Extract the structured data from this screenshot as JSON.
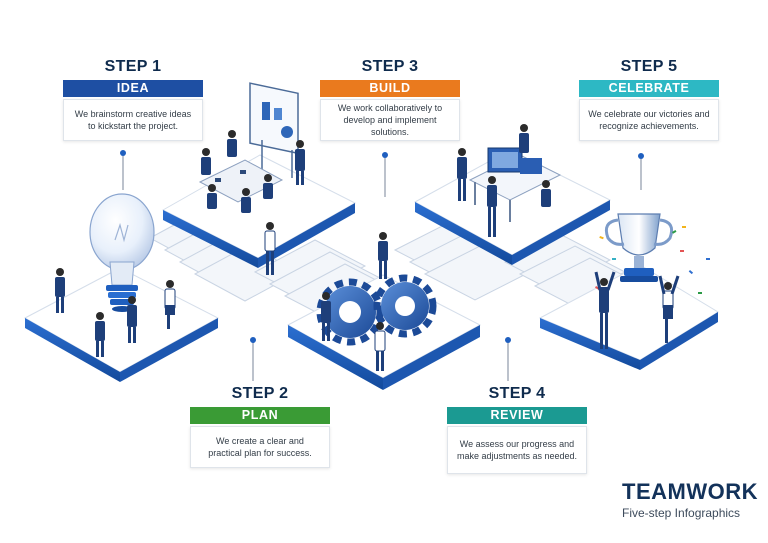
{
  "steps": [
    {
      "heading": "STEP 1",
      "label": "IDEA",
      "desc": "We brainstorm creative ideas to kickstart the project.",
      "color": "#1e4fa3"
    },
    {
      "heading": "STEP 2",
      "label": "PLAN",
      "desc": "We create a clear and practical plan for success.",
      "color": "#3a9b35"
    },
    {
      "heading": "STEP 3",
      "label": "BUILD",
      "desc": "We work collaboratively to develop and implement solutions.",
      "color": "#ea7a1e"
    },
    {
      "heading": "STEP 4",
      "label": "REVIEW",
      "desc": "We assess our progress and make adjustments as needed.",
      "color": "#1b9a92"
    },
    {
      "heading": "STEP 5",
      "label": "CELEBRATE",
      "desc": "We celebrate our victories and recognize achievements.",
      "color": "#2db8c4"
    }
  ],
  "brand": {
    "title": "TEAMWORK",
    "subtitle": "Five-step Infographics"
  },
  "colors": {
    "platform": "#ffffff",
    "platform_edge": "#1f5fbf",
    "figure": "#1e3f7a",
    "stair": "#e9eef5"
  },
  "icons": [
    "light-bulb-icon",
    "whiteboard-icon",
    "gears-icon",
    "desk-monitor-icon",
    "trophy-icon"
  ]
}
